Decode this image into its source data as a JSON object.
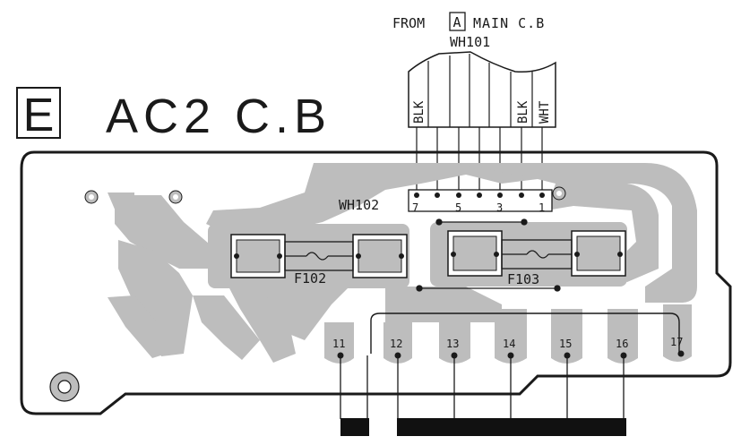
{
  "board": {
    "letter": "E",
    "name": "AC2 C.B"
  },
  "source": {
    "prefix": "FROM",
    "board_letter": "A",
    "board_name": "MAIN C.B",
    "connector": "WH101"
  },
  "wires": {
    "left_color": "BLK",
    "right_color_1": "BLK",
    "right_color_2": "WHT"
  },
  "connector_wh102": {
    "name": "WH102",
    "pins": [
      "7",
      "5",
      "3",
      "1"
    ]
  },
  "fuses": [
    {
      "ref": "F102"
    },
    {
      "ref": "F103"
    }
  ],
  "terminals": [
    "11",
    "12",
    "13",
    "14",
    "15",
    "16",
    "17"
  ],
  "colors": {
    "copper": "#bdbdbd",
    "ink": "#1a1a1a",
    "paper": "#ffffff"
  }
}
